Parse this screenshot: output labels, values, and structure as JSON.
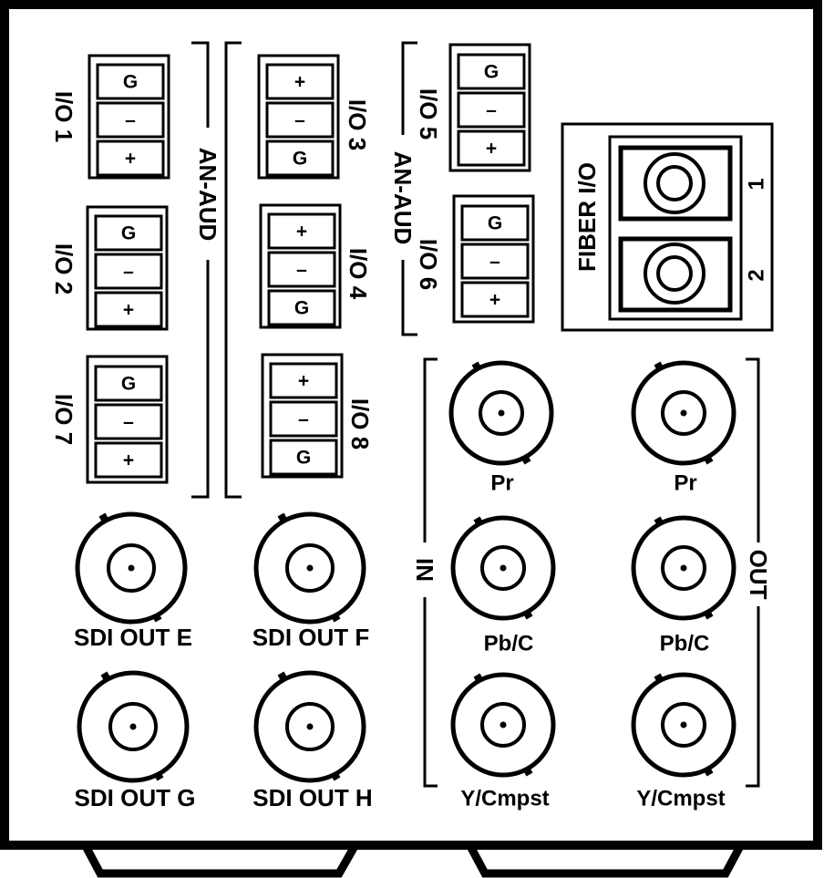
{
  "panel": {
    "audio_group_label": "AN-AUD",
    "pin_labels": {
      "ground": "G",
      "minus": "–",
      "plus": "+"
    },
    "audio_ports": [
      {
        "id": "io1",
        "label": "I/O 1",
        "pins": [
          "G",
          "–",
          "+"
        ]
      },
      {
        "id": "io2",
        "label": "I/O 2",
        "pins": [
          "G",
          "–",
          "+"
        ]
      },
      {
        "id": "io7",
        "label": "I/O 7",
        "pins": [
          "G",
          "–",
          "+"
        ]
      },
      {
        "id": "io3",
        "label": "I/O 3",
        "pins": [
          "+",
          "–",
          "G"
        ]
      },
      {
        "id": "io4",
        "label": "I/O 4",
        "pins": [
          "+",
          "–",
          "G"
        ]
      },
      {
        "id": "io8",
        "label": "I/O 8",
        "pins": [
          "+",
          "–",
          "G"
        ]
      },
      {
        "id": "io5",
        "label": "I/O 5",
        "pins": [
          "G",
          "–",
          "+"
        ]
      },
      {
        "id": "io6",
        "label": "I/O 6",
        "pins": [
          "G",
          "–",
          "+"
        ]
      }
    ],
    "fiber": {
      "label": "FIBER I/O",
      "port_1": "1",
      "port_2": "2"
    },
    "sdi_outputs": [
      "SDI OUT E",
      "SDI OUT F",
      "SDI OUT G",
      "SDI OUT H"
    ],
    "component_in": {
      "group_label": "IN",
      "connectors": [
        "Pr",
        "Pb/C",
        "Y/Cmpst"
      ]
    },
    "component_out": {
      "group_label": "OUT",
      "connectors": [
        "Pr",
        "Pb/C",
        "Y/Cmpst"
      ]
    }
  }
}
